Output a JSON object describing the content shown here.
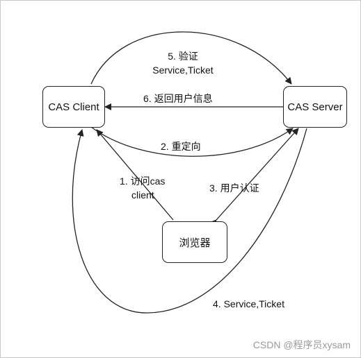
{
  "nodes": {
    "client": "CAS Client",
    "server": "CAS Server",
    "browser": "浏览器"
  },
  "edges": {
    "step1_line1": "1. 访问cas",
    "step1_line2": "client",
    "step2": "2. 重定向",
    "step3": "3. 用户认证",
    "step4": "4. Service,Ticket",
    "step5_line1": "5. 验证",
    "step5_line2": "Service,Ticket",
    "step6": "6. 返回用户信息"
  },
  "watermark": "CSDN @程序员xysam",
  "colors": {
    "line": "#222222",
    "watermark": "#9a9a9a"
  }
}
